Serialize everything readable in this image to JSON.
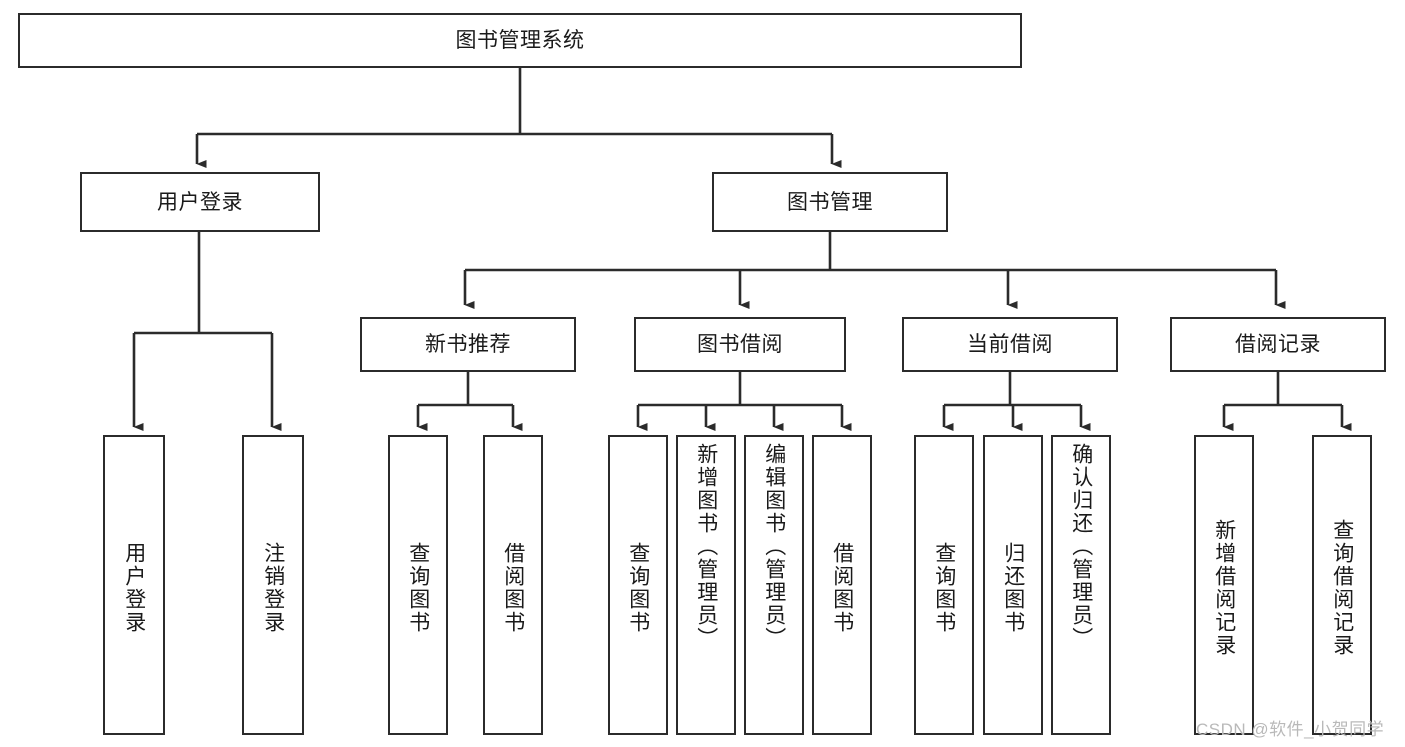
{
  "diagram": {
    "title": "图书管理系统",
    "type": "tree",
    "root": {
      "label": "图书管理系统",
      "children": [
        {
          "label": "用户登录",
          "children": [
            {
              "label": "用户登录"
            },
            {
              "label": "注销登录"
            }
          ]
        },
        {
          "label": "图书管理",
          "children": [
            {
              "label": "新书推荐",
              "children": [
                {
                  "label": "查询图书"
                },
                {
                  "label": "借阅图书"
                }
              ]
            },
            {
              "label": "图书借阅",
              "children": [
                {
                  "label": "查询图书"
                },
                {
                  "label": "新增图书（管理员）"
                },
                {
                  "label": "编辑图书（管理员）"
                },
                {
                  "label": "借阅图书"
                }
              ]
            },
            {
              "label": "当前借阅",
              "children": [
                {
                  "label": "查询图书"
                },
                {
                  "label": "归还图书"
                },
                {
                  "label": "确认归还（管理员）"
                }
              ]
            },
            {
              "label": "借阅记录",
              "children": [
                {
                  "label": "新增借阅记录"
                },
                {
                  "label": "查询借阅记录"
                }
              ]
            }
          ]
        }
      ]
    }
  },
  "nodes": {
    "root": "图书管理系统",
    "user_login": "用户登录",
    "book_manage": "图书管理",
    "new_book_rec": "新书推荐",
    "book_borrow": "图书借阅",
    "current_borrow": "当前借阅",
    "borrow_record": "借阅记录",
    "leaf_user_login": "用户登录",
    "leaf_logout": "注销登录",
    "leaf_query_book_1": "查询图书",
    "leaf_borrow_book_1": "借阅图书",
    "leaf_query_book_2": "查询图书",
    "leaf_add_book_admin": "新增图书（管理员）",
    "leaf_edit_book_admin": "编辑图书（管理员）",
    "leaf_borrow_book_2": "借阅图书",
    "leaf_query_book_3": "查询图书",
    "leaf_return_book": "归还图书",
    "leaf_confirm_return_admin": "确认归还（管理员）",
    "leaf_add_record": "新增借阅记录",
    "leaf_query_record": "查询借阅记录"
  },
  "watermark": {
    "text": "CSDN @软件_小贺同学"
  },
  "colors": {
    "stroke": "#2b2b2b",
    "fill": "#ffffff",
    "text": "#1a1a1a",
    "watermark": "#b9b9b9"
  }
}
